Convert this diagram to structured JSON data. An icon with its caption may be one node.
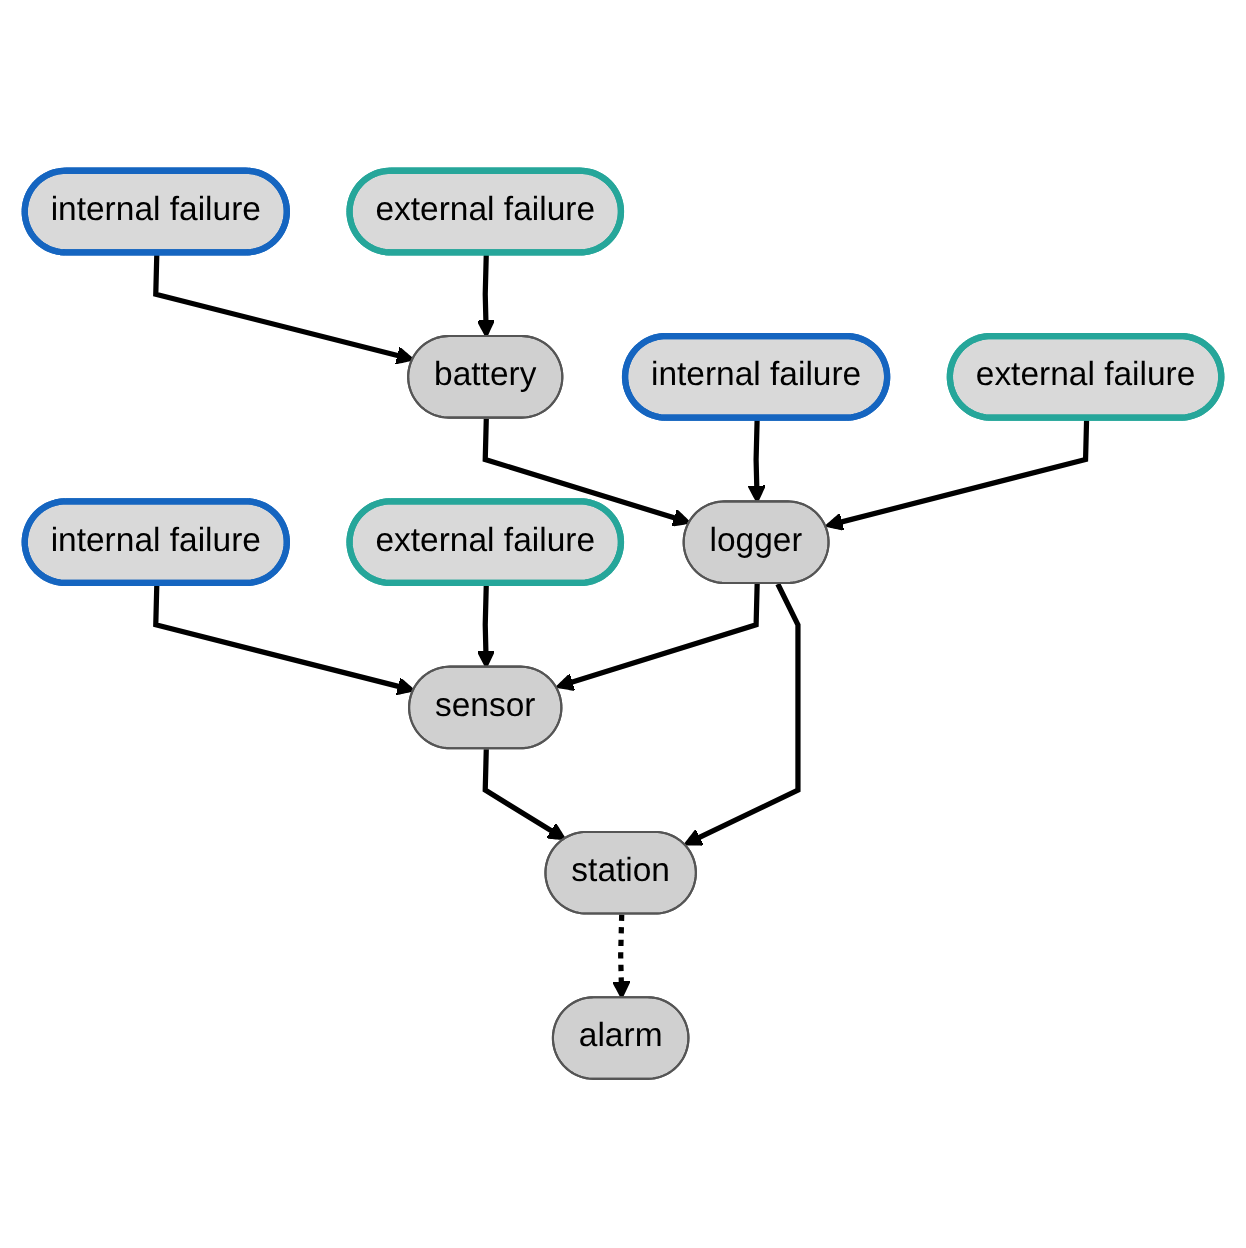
{
  "diagram": {
    "nodes": [
      {
        "text": [
          "internal failure"
        ]
      },
      {
        "text": [
          "external failure"
        ]
      },
      {
        "text": [
          "battery"
        ]
      },
      {
        "text": [
          "internal failure"
        ]
      },
      {
        "text": [
          "external failure"
        ]
      },
      {
        "text": [
          "internal failure"
        ]
      },
      {
        "text": [
          "external failure"
        ]
      },
      {
        "text": [
          "logger"
        ]
      },
      {
        "text": [
          "sensor"
        ]
      },
      {
        "text": [
          "station"
        ]
      },
      {
        "text": [
          "alarm"
        ]
      }
    ],
    "edges": [
      {
        "from": 0,
        "to": 2,
        "arrow": "to"
      },
      {
        "from": 1,
        "to": 2,
        "arrow": "to"
      },
      {
        "from": 2,
        "to": 7,
        "arrow": "to"
      },
      {
        "from": 3,
        "to": 7,
        "arrow": "to"
      },
      {
        "from": 4,
        "to": 7,
        "arrow": "to"
      },
      {
        "from": 5,
        "to": 8,
        "arrow": "to"
      },
      {
        "from": 6,
        "to": 8,
        "arrow": "to"
      },
      {
        "from": 7,
        "to": 8,
        "arrow": "to"
      },
      {
        "from": 7,
        "to": 9,
        "arrow": "to"
      },
      {
        "from": 8,
        "to": 9,
        "arrow": "to"
      },
      {
        "from": 9,
        "to": 10,
        "arrow": "to",
        "style": "dashed"
      }
    ]
  }
}
